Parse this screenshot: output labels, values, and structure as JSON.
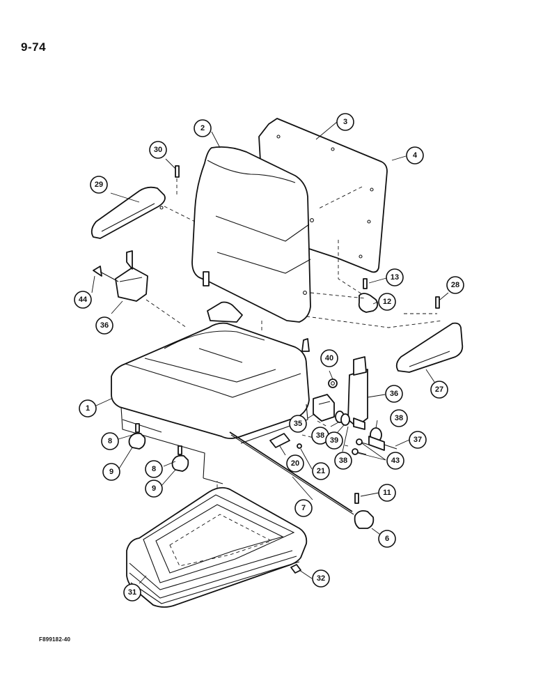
{
  "page_number": "9-74",
  "figure_code": "F899182-40",
  "callouts": [
    {
      "id": "c1",
      "label": "1"
    },
    {
      "id": "c2",
      "label": "2"
    },
    {
      "id": "c3",
      "label": "3"
    },
    {
      "id": "c4",
      "label": "4"
    },
    {
      "id": "c6",
      "label": "6"
    },
    {
      "id": "c7",
      "label": "7"
    },
    {
      "id": "c8a",
      "label": "8"
    },
    {
      "id": "c8b",
      "label": "8"
    },
    {
      "id": "c9a",
      "label": "9"
    },
    {
      "id": "c9b",
      "label": "9"
    },
    {
      "id": "c11",
      "label": "11"
    },
    {
      "id": "c12",
      "label": "12"
    },
    {
      "id": "c13",
      "label": "13"
    },
    {
      "id": "c20",
      "label": "20"
    },
    {
      "id": "c21",
      "label": "21"
    },
    {
      "id": "c27",
      "label": "27"
    },
    {
      "id": "c28",
      "label": "28"
    },
    {
      "id": "c29",
      "label": "29"
    },
    {
      "id": "c30",
      "label": "30"
    },
    {
      "id": "c31",
      "label": "31"
    },
    {
      "id": "c32",
      "label": "32"
    },
    {
      "id": "c35",
      "label": "35"
    },
    {
      "id": "c36a",
      "label": "36"
    },
    {
      "id": "c36b",
      "label": "36"
    },
    {
      "id": "c37",
      "label": "37"
    },
    {
      "id": "c38a",
      "label": "38"
    },
    {
      "id": "c38b",
      "label": "38"
    },
    {
      "id": "c38c",
      "label": "38"
    },
    {
      "id": "c39",
      "label": "39"
    },
    {
      "id": "c40",
      "label": "40"
    },
    {
      "id": "c43",
      "label": "43"
    },
    {
      "id": "c44",
      "label": "44"
    }
  ]
}
